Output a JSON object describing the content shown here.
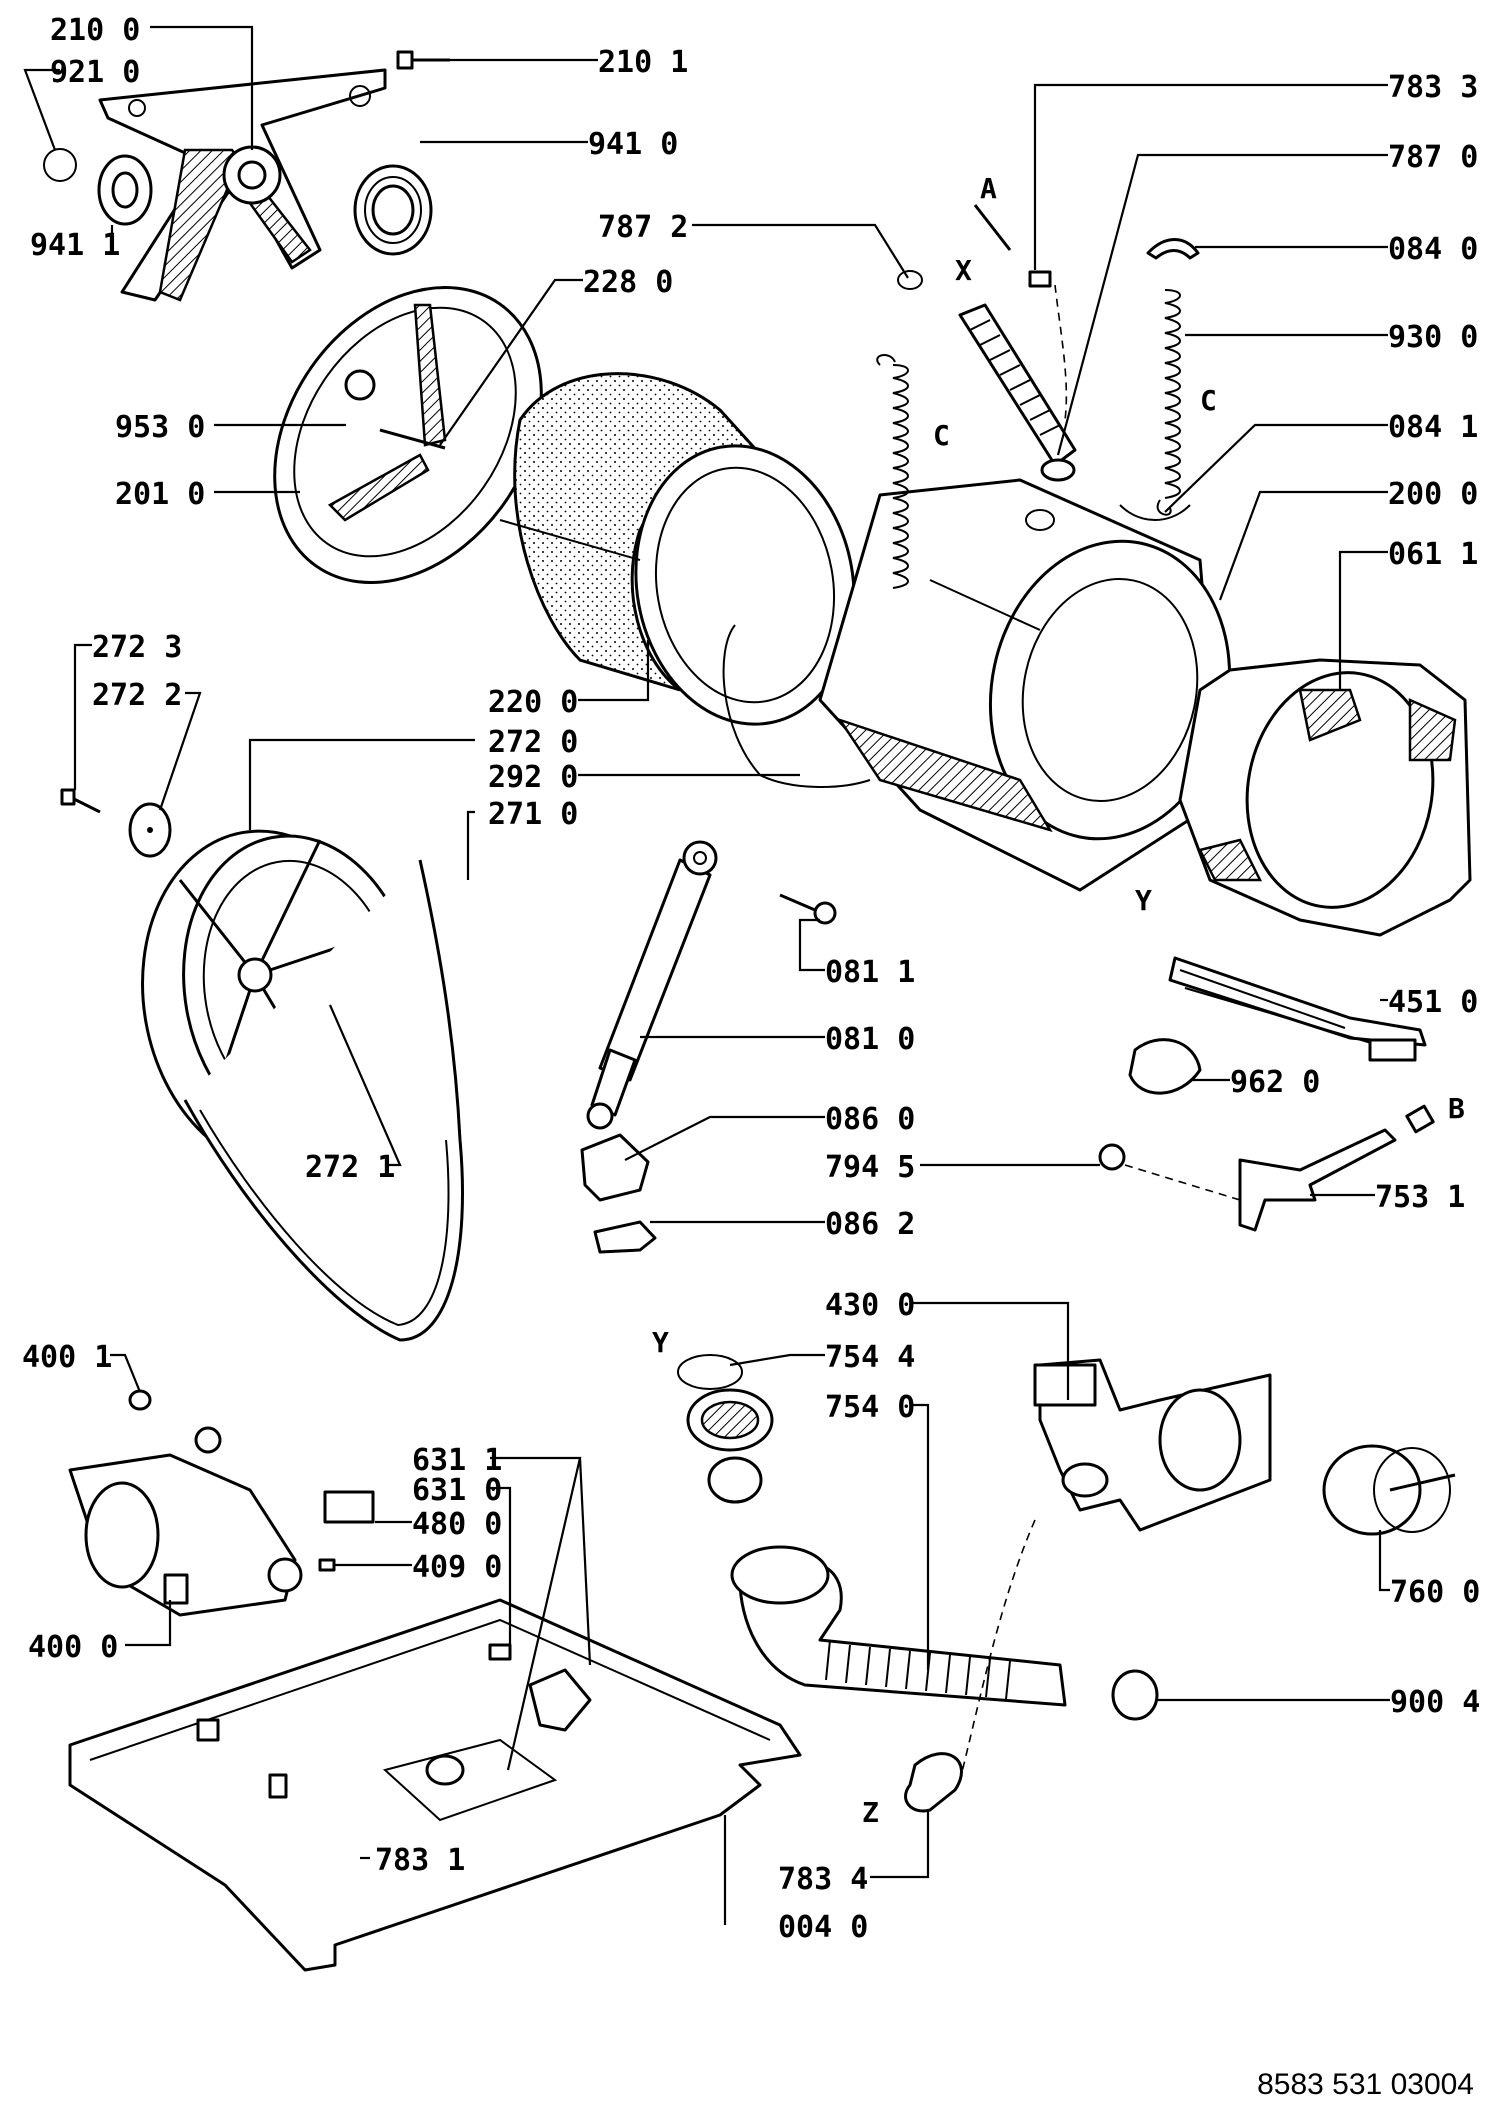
{
  "document_number": "8583 531 03004",
  "part_labels": {
    "p2100": "210 0",
    "p9210": "921 0",
    "p2101": "210 1",
    "p9410": "941 0",
    "p9411": "941 1",
    "p7833": "783 3",
    "p7870": "787 0",
    "p7872": "787 2",
    "p0840": "084 0",
    "p2280": "228 0",
    "p9300": "930 0",
    "p9530": "953 0",
    "p0841": "084 1",
    "p2010": "201 0",
    "p2000": "200 0",
    "p0611": "061 1",
    "p2723": "272 3",
    "p2722": "272 2",
    "p2200": "220 0",
    "p2720": "272 0",
    "p2920": "292 0",
    "p2710": "271 0",
    "p0811": "081 1",
    "p4510": "451 0",
    "p0810": "081 0",
    "p9620": "962 0",
    "p0860": "086 0",
    "p7945": "794 5",
    "p7531": "753 1",
    "p0862": "086 2",
    "p2721": "272 1",
    "p4300": "430 0",
    "p7544": "754 4",
    "p4001": "400 1",
    "p7540": "754 0",
    "p6311": "631 1",
    "p6310": "631 0",
    "p4800": "480 0",
    "p4090": "409 0",
    "p7600": "760 0",
    "p4000": "400 0",
    "p9004": "900 4",
    "p7831": "783 1",
    "p7834": "783 4",
    "p0040": "004 0"
  },
  "callout_letters": {
    "a": "A",
    "x": "X",
    "c_left": "C",
    "c_right": "C",
    "y_tub": "Y",
    "b": "B",
    "y_hose": "Y",
    "z": "Z"
  }
}
